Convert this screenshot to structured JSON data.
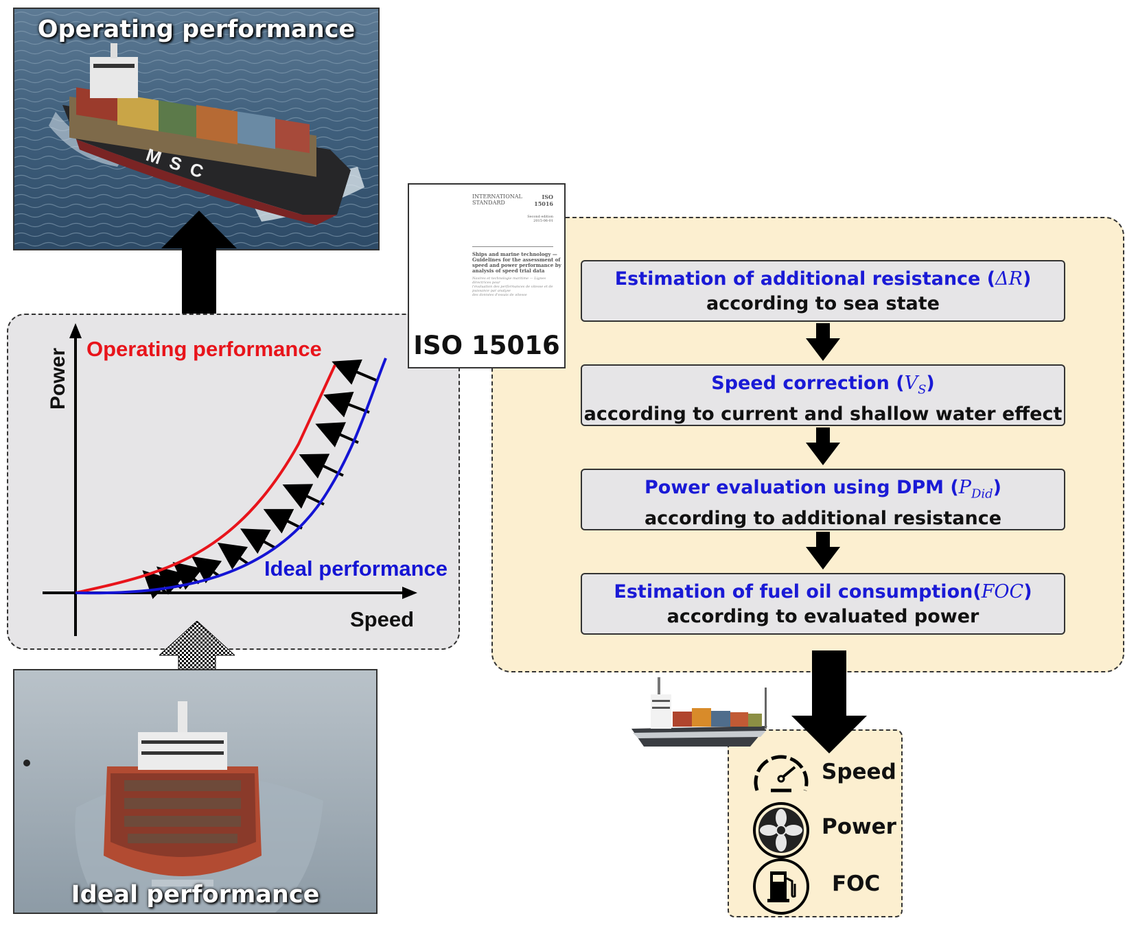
{
  "top_photo": {
    "title": "Operating performance",
    "hull_text": "MSC"
  },
  "bottom_photo": {
    "title": "Ideal performance"
  },
  "chart": {
    "y_axis_label": "Power",
    "x_axis_label": "Speed",
    "operating_label": "Operating performance",
    "ideal_label": "Ideal performance",
    "operating_color": "#e8141b",
    "ideal_color": "#1414d4"
  },
  "iso_document": {
    "title": "ISO 15016",
    "header_left": [
      "INTERNATIONAL",
      "STANDARD"
    ],
    "header_right": [
      "ISO",
      "15016"
    ],
    "edition": [
      "Second edition",
      "2015-06-01"
    ],
    "doc_heading": [
      "Ships and marine technology —",
      "Guidelines for the assessment of",
      "speed and power performance by",
      "analysis of speed trial data"
    ],
    "doc_subheading": [
      "Navires et technologie maritime — Lignes directrices pour",
      "l'évaluation des performances de vitesse et de puissance par analyse",
      "des données d'essais de vitesse"
    ]
  },
  "steps": [
    {
      "line1": "Estimation of additional resistance (",
      "symbol": "ΔR",
      "subscript": "",
      "close": ")",
      "line2": "according to sea state"
    },
    {
      "line1": "Speed correction (",
      "symbol": "V",
      "subscript": "S",
      "close": ")",
      "line2": "according to current and shallow water effect"
    },
    {
      "line1": "Power evaluation using DPM (",
      "symbol": "P",
      "subscript": "Did",
      "close": ")",
      "line2": "according to additional resistance"
    },
    {
      "line1": "Estimation of fuel oil consumption(",
      "symbol": "FOC",
      "subscript": "",
      "close": ")",
      "line2": "according to evaluated power"
    }
  ],
  "outputs": [
    {
      "label": "Speed",
      "icon": "speedometer-icon"
    },
    {
      "label": "Power",
      "icon": "propeller-icon"
    },
    {
      "label": "FOC",
      "icon": "fuel-pump-icon"
    }
  ],
  "colors": {
    "flow_panel": "#fcefd0",
    "chart_panel": "#e6e5e7",
    "blue_text": "#1a1ad6"
  }
}
